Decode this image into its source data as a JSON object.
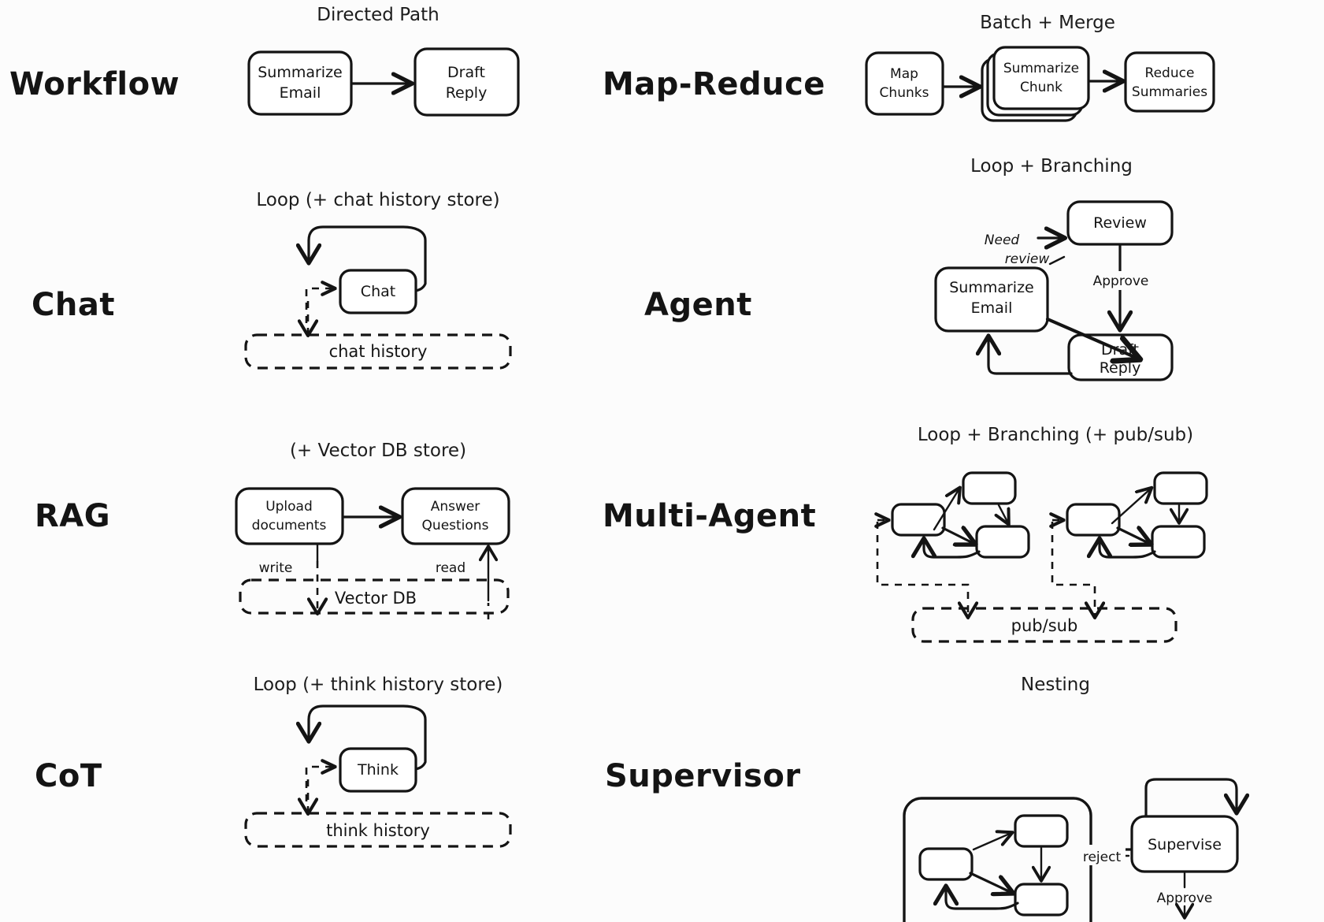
{
  "page": {
    "title": "Agent architecture patterns",
    "background_color": "#fcfcfc",
    "ink_color": "#141414",
    "store_color": "#141414"
  },
  "rows": [
    {
      "id": "workflow",
      "label": "Workflow",
      "caption": "Directed Path",
      "nodes": [
        "Summarize Email",
        "Draft Reply"
      ],
      "stores": [],
      "edge_labels": []
    },
    {
      "id": "map-reduce",
      "label": "Map-Reduce",
      "caption": "Batch + Merge",
      "nodes": [
        "Map Chunks",
        "Summarize Chunk",
        "Reduce Summaries"
      ],
      "stores": [],
      "edge_labels": []
    },
    {
      "id": "chat",
      "label": "Chat",
      "caption": "Loop (+ chat history store)",
      "nodes": [
        "Chat"
      ],
      "stores": [
        "chat history"
      ],
      "edge_labels": []
    },
    {
      "id": "agent",
      "label": "Agent",
      "caption": "Loop + Branching",
      "nodes": [
        "Summarize Email",
        "Review",
        "Draft Reply"
      ],
      "stores": [],
      "edge_labels": [
        "Need",
        "review",
        "Approve"
      ]
    },
    {
      "id": "rag",
      "label": "RAG",
      "caption": "(+ Vector DB store)",
      "nodes": [
        "Upload documents",
        "Answer Questions"
      ],
      "stores": [
        "Vector DB"
      ],
      "edge_labels": [
        "write",
        "read"
      ]
    },
    {
      "id": "multi-agent",
      "label": "Multi-Agent",
      "caption": "Loop + Branching (+ pub/sub)",
      "nodes": [],
      "stores": [
        "pub/sub"
      ],
      "edge_labels": []
    },
    {
      "id": "cot",
      "label": "CoT",
      "caption": "Loop (+ think history store)",
      "nodes": [
        "Think"
      ],
      "stores": [
        "think history"
      ],
      "edge_labels": []
    },
    {
      "id": "supervisor",
      "label": "Supervisor",
      "caption": "Nesting",
      "nodes": [
        "Supervise"
      ],
      "stores": [],
      "edge_labels": [
        "reject",
        "Approve"
      ]
    }
  ],
  "workflow": {
    "label": "Workflow",
    "caption": "Directed Path",
    "node1_line1": "Summarize",
    "node1_line2": "Email",
    "node2_line1": "Draft",
    "node2_line2": "Reply"
  },
  "mapreduce": {
    "label": "Map-Reduce",
    "caption": "Batch + Merge",
    "node1_line1": "Map",
    "node1_line2": "Chunks",
    "node2_line1": "Summarize",
    "node2_line2": "Chunk",
    "node3_line1": "Reduce",
    "node3_line2": "Summaries"
  },
  "chat": {
    "label": "Chat",
    "caption": "Loop (+ chat history store)",
    "node1": "Chat",
    "store1": "chat history"
  },
  "agent": {
    "label": "Agent",
    "caption": "Loop + Branching",
    "node1_line1": "Summarize",
    "node1_line2": "Email",
    "node2": "Review",
    "node3_line1": "Draft",
    "node3_line2": "Reply",
    "edge_need": "Need",
    "edge_review": "review",
    "edge_approve": "Approve"
  },
  "rag": {
    "label": "RAG",
    "caption": "(+ Vector DB store)",
    "node1_line1": "Upload",
    "node1_line2": "documents",
    "node2_line1": "Answer",
    "node2_line2": "Questions",
    "edge_write": "write",
    "edge_read": "read",
    "store1": "Vector DB"
  },
  "multiagent": {
    "label": "Multi-Agent",
    "caption": "Loop + Branching (+ pub/sub)",
    "store1": "pub/sub"
  },
  "cot": {
    "label": "CoT",
    "caption": "Loop (+ think history store)",
    "node1": "Think",
    "store1": "think history"
  },
  "supervisor": {
    "label": "Supervisor",
    "caption": "Nesting",
    "node1": "Supervise",
    "edge_reject": "reject",
    "edge_approve": "Approve"
  }
}
